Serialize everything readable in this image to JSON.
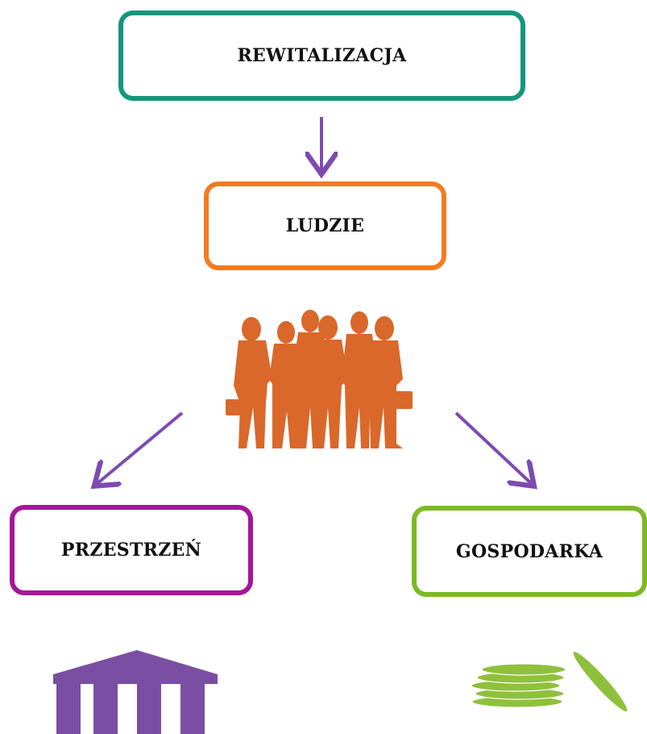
{
  "nodes": {
    "rewitalizacja": {
      "label": "REWITALIZACJA",
      "color": "#13977c"
    },
    "ludzie": {
      "label": "LUDZIE",
      "color": "#f47b20"
    },
    "przestrzen": {
      "label": "PRZESTRZEŃ",
      "color": "#a6169a"
    },
    "gospodarka": {
      "label": "GOSPODARKA",
      "color": "#7cba23"
    }
  },
  "edges": [
    {
      "from": "rewitalizacja",
      "to": "ludzie"
    },
    {
      "from": "ludzie",
      "to": "przestrzen"
    },
    {
      "from": "ludzie",
      "to": "gospodarka"
    }
  ],
  "colors": {
    "arrow": "#7d4bb0",
    "people": "#d9682a",
    "building": "#7a4fa3",
    "coins": "#8fc03c"
  },
  "icons": {
    "people": "people-group-icon",
    "building": "columns-building-icon",
    "coins": "coins-stack-icon"
  }
}
